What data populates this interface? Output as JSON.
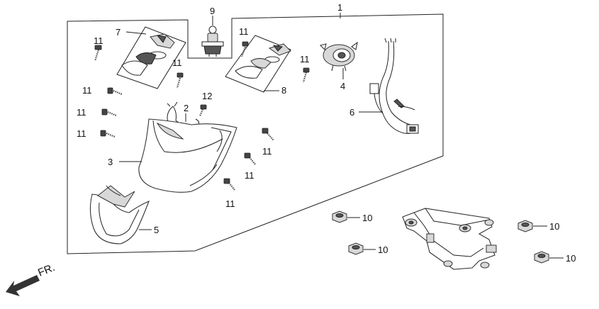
{
  "colors": {
    "line": "#222222",
    "fill": "#ffffff",
    "shade": "#d8d8d8",
    "dark": "#555555"
  },
  "direction": {
    "label": "FR.",
    "icon": "front-direction-arrow-icon"
  },
  "callouts": {
    "c1": "1",
    "c2": "2",
    "c3": "3",
    "c4": "4",
    "c5": "5",
    "c6": "6",
    "c7": "7",
    "c8": "8",
    "c9": "9",
    "c10": "10",
    "c11": "11",
    "c12": "12"
  },
  "parts": [
    {
      "id": "1",
      "name": "headlight-assembly"
    },
    {
      "id": "2",
      "name": "wire-clip"
    },
    {
      "id": "3",
      "name": "headlight-lens-unit"
    },
    {
      "id": "4",
      "name": "bulb-socket"
    },
    {
      "id": "5",
      "name": "headlight-rim-cover"
    },
    {
      "id": "6",
      "name": "wire-harness"
    },
    {
      "id": "7",
      "name": "left-turn-signal-set"
    },
    {
      "id": "8",
      "name": "right-turn-signal-set"
    },
    {
      "id": "9",
      "name": "headlight-bulb"
    },
    {
      "id": "10",
      "name": "flange-nut"
    },
    {
      "id": "11",
      "name": "screw"
    },
    {
      "id": "12",
      "name": "screw"
    }
  ]
}
